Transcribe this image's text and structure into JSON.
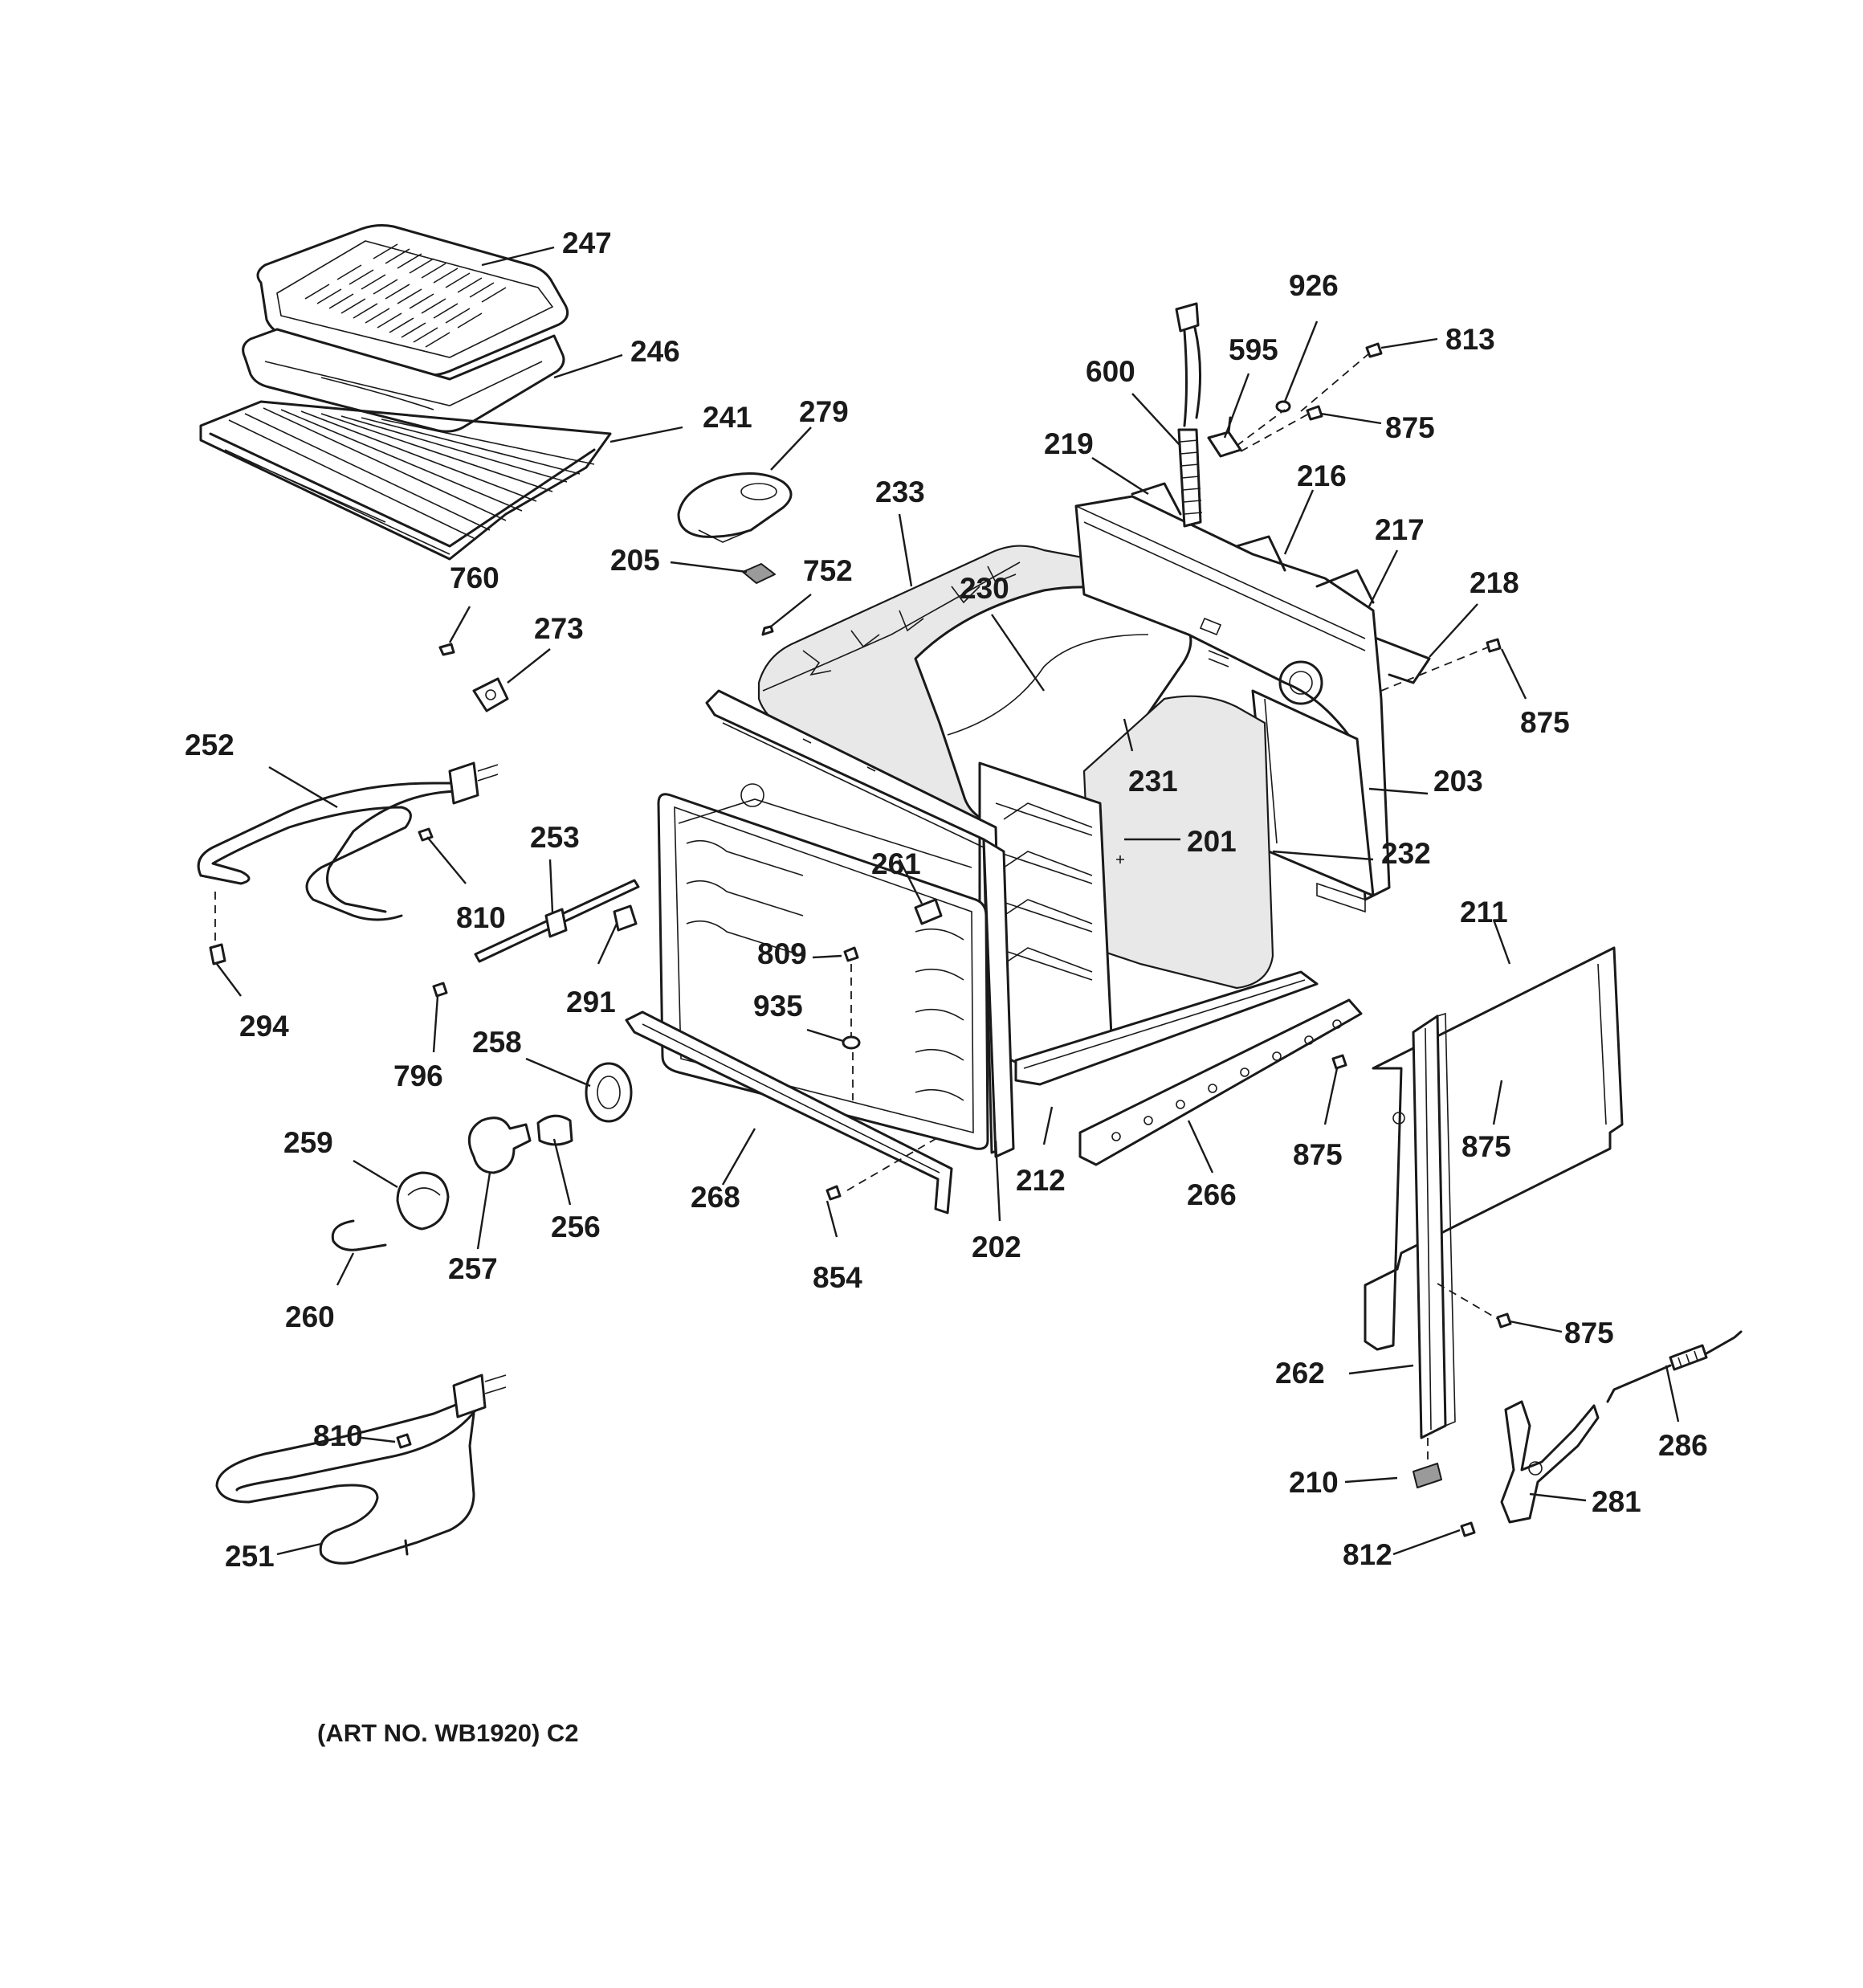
{
  "diagram": {
    "labels": {
      "l247": "247",
      "l246": "246",
      "l241": "241",
      "l279": "279",
      "l233": "233",
      "l205": "205",
      "l752": "752",
      "l760": "760",
      "l273": "273",
      "l230": "230",
      "l600": "600",
      "l595": "595",
      "l926": "926",
      "l813": "813",
      "l875a": "875",
      "l219": "219",
      "l216": "216",
      "l217": "217",
      "l218": "218",
      "l875b": "875",
      "l231": "231",
      "l203": "203",
      "l201": "201",
      "l232": "232",
      "l252": "252",
      "l253": "253",
      "l810a": "810",
      "l294": "294",
      "l261": "261",
      "l809": "809",
      "l291": "291",
      "l796": "796",
      "l935": "935",
      "l258": "258",
      "l211": "211",
      "l875c": "875",
      "l875d": "875",
      "l259": "259",
      "l256": "256",
      "l257": "257",
      "l268": "268",
      "l212": "212",
      "l266": "266",
      "l202": "202",
      "l854": "854",
      "l260": "260",
      "l875e": "875",
      "l262": "262",
      "l286": "286",
      "l810b": "810",
      "l210": "210",
      "l281": "281",
      "l251": "251",
      "l812": "812"
    },
    "art_number": "(ART NO. WB1920) C2"
  }
}
